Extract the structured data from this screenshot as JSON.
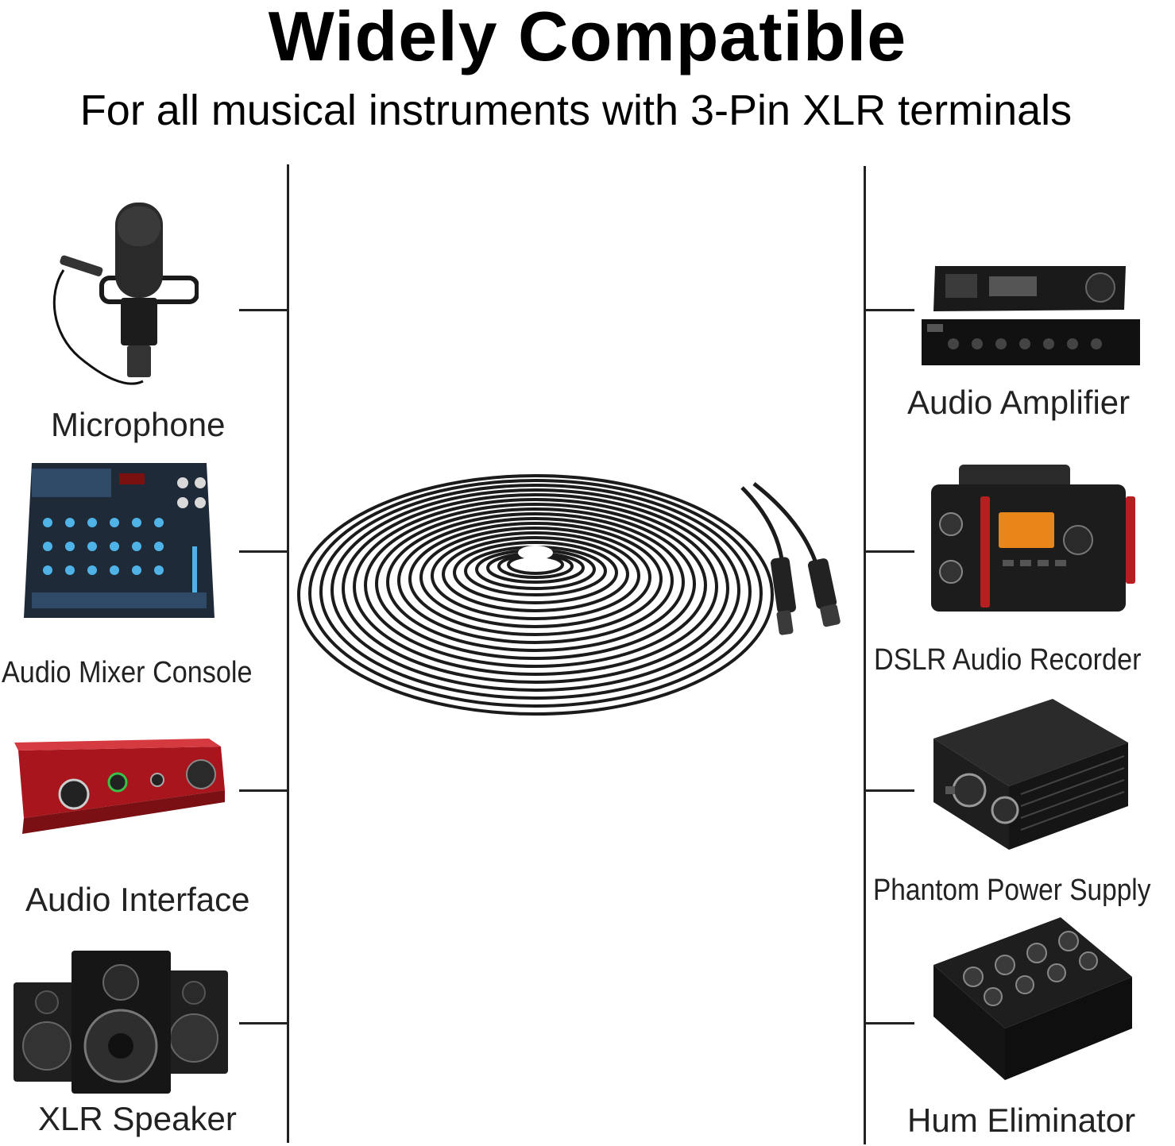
{
  "header": {
    "title": "Widely Compatible",
    "subtitle": "For all musical instruments with 3-Pin XLR terminals"
  },
  "left_devices": [
    {
      "label": "Microphone",
      "icon": "microphone-icon"
    },
    {
      "label": "Audio Mixer Console",
      "icon": "mixer-console-icon"
    },
    {
      "label": "Audio Interface",
      "icon": "audio-interface-icon"
    },
    {
      "label": "XLR Speaker",
      "icon": "speaker-icon"
    }
  ],
  "right_devices": [
    {
      "label": "Audio Amplifier",
      "icon": "amplifier-icon"
    },
    {
      "label": "DSLR Audio Recorder",
      "icon": "recorder-icon"
    },
    {
      "label": "Phantom Power Supply",
      "icon": "phantom-power-icon"
    },
    {
      "label": "Hum Eliminator",
      "icon": "hum-eliminator-icon"
    }
  ],
  "product": {
    "icon": "xlr-cable-coil-icon"
  },
  "colors": {
    "interface_red": "#c8202a",
    "recorder_display": "#e8861a",
    "ink": "#111111"
  }
}
